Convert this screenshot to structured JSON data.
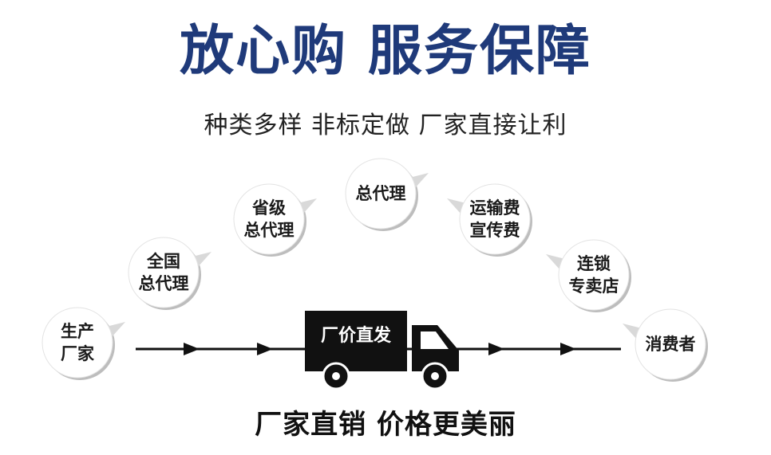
{
  "header": {
    "title": "放心购 服务保障",
    "subtitle": "种类多样 非标定做 厂家直接让利"
  },
  "flow": {
    "nodes": [
      {
        "id": "producer",
        "lines": [
          "生产",
          "厂家"
        ]
      },
      {
        "id": "national-agent",
        "lines": [
          "全国",
          "总代理"
        ]
      },
      {
        "id": "provincial-agent",
        "lines": [
          "省级",
          "总代理"
        ]
      },
      {
        "id": "general-agent",
        "lines": [
          "总代理"
        ]
      },
      {
        "id": "shipping-advertising",
        "lines": [
          "运输费",
          "宣传费"
        ]
      },
      {
        "id": "chain-store",
        "lines": [
          "连锁",
          "专卖店"
        ]
      },
      {
        "id": "consumer",
        "lines": [
          "消费者"
        ]
      }
    ],
    "truck_label": "厂价直发"
  },
  "footer": {
    "text": "厂家直销  价格更美丽"
  },
  "colors": {
    "title": "#1f3a7a",
    "truck": "#111111",
    "line": "#111111"
  }
}
